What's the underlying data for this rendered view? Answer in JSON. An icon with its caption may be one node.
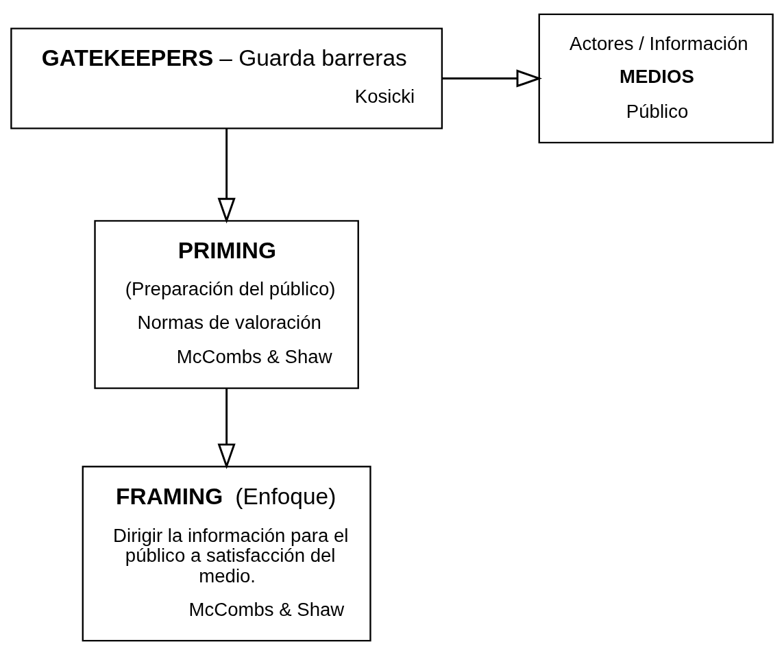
{
  "diagram": {
    "nodes": [
      {
        "text": [
          "**GATEKEEPERS** – Guarda barreras",
          "Kosicki"
        ]
      },
      {
        "text": [
          "Actores / Información",
          "MEDIOS",
          "Público"
        ]
      },
      {
        "text": [
          "PRIMING",
          "(Preparación del público)",
          "Normas de valoración",
          "McCombs & Shaw"
        ]
      },
      {
        "text": [
          "**FRAMING**  (Enfoque)",
          "Dirigir la información para el público a satisfacción del medio.",
          "McCombs & Shaw"
        ]
      }
    ],
    "edges": [
      {
        "from": 0,
        "to": 1,
        "arrow": "to"
      },
      {
        "from": 0,
        "to": 2,
        "arrow": "to"
      },
      {
        "from": 2,
        "to": 3,
        "arrow": "to"
      }
    ]
  }
}
